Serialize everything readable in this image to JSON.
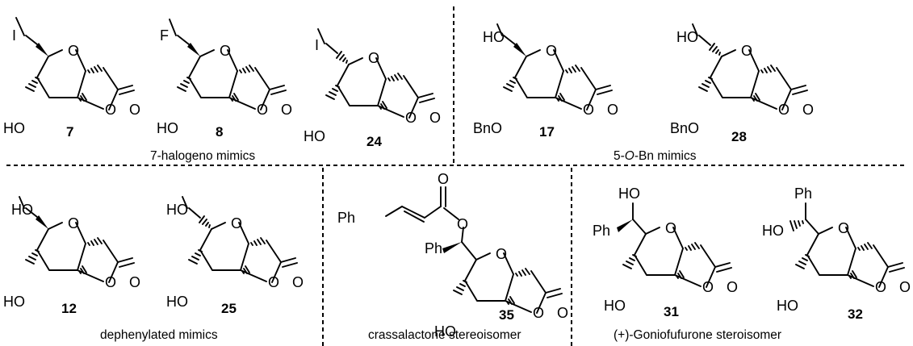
{
  "atoms": {
    "I": "I",
    "F": "F",
    "HO": "HO",
    "O": "O",
    "BnO": "BnO",
    "Ph": "Ph"
  },
  "compounds": {
    "c7": "7",
    "c8": "8",
    "c24": "24",
    "c17": "17",
    "c28": "28",
    "c12": "12",
    "c25": "25",
    "c35": "35",
    "c31": "31",
    "c32": "32"
  },
  "captions": {
    "halogeno": "7-halogeno mimics",
    "bn_pre": "5-",
    "bn_italic": "O",
    "bn_post": "-Bn mimics",
    "dephenylated": "dephenylated mimics",
    "crassalactone": "crassalactone stereoisomer",
    "goniofufurone": "(+)-Goniofufurone steroisomer"
  }
}
